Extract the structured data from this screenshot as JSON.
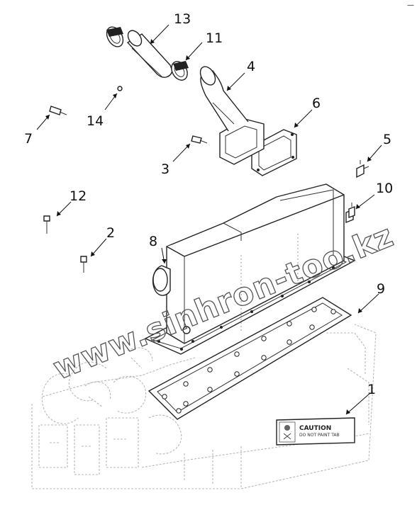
{
  "diagram": {
    "callouts": [
      "13",
      "11",
      "4",
      "14",
      "7",
      "6",
      "3",
      "5",
      "12",
      "10",
      "2",
      "8",
      "9",
      "1"
    ],
    "watermark": "www.sinhron-too.kz",
    "caution_label": {
      "title": "CAUTION",
      "subtitle": "DO NOT PAINT TAB"
    },
    "corner_mark": "—"
  }
}
